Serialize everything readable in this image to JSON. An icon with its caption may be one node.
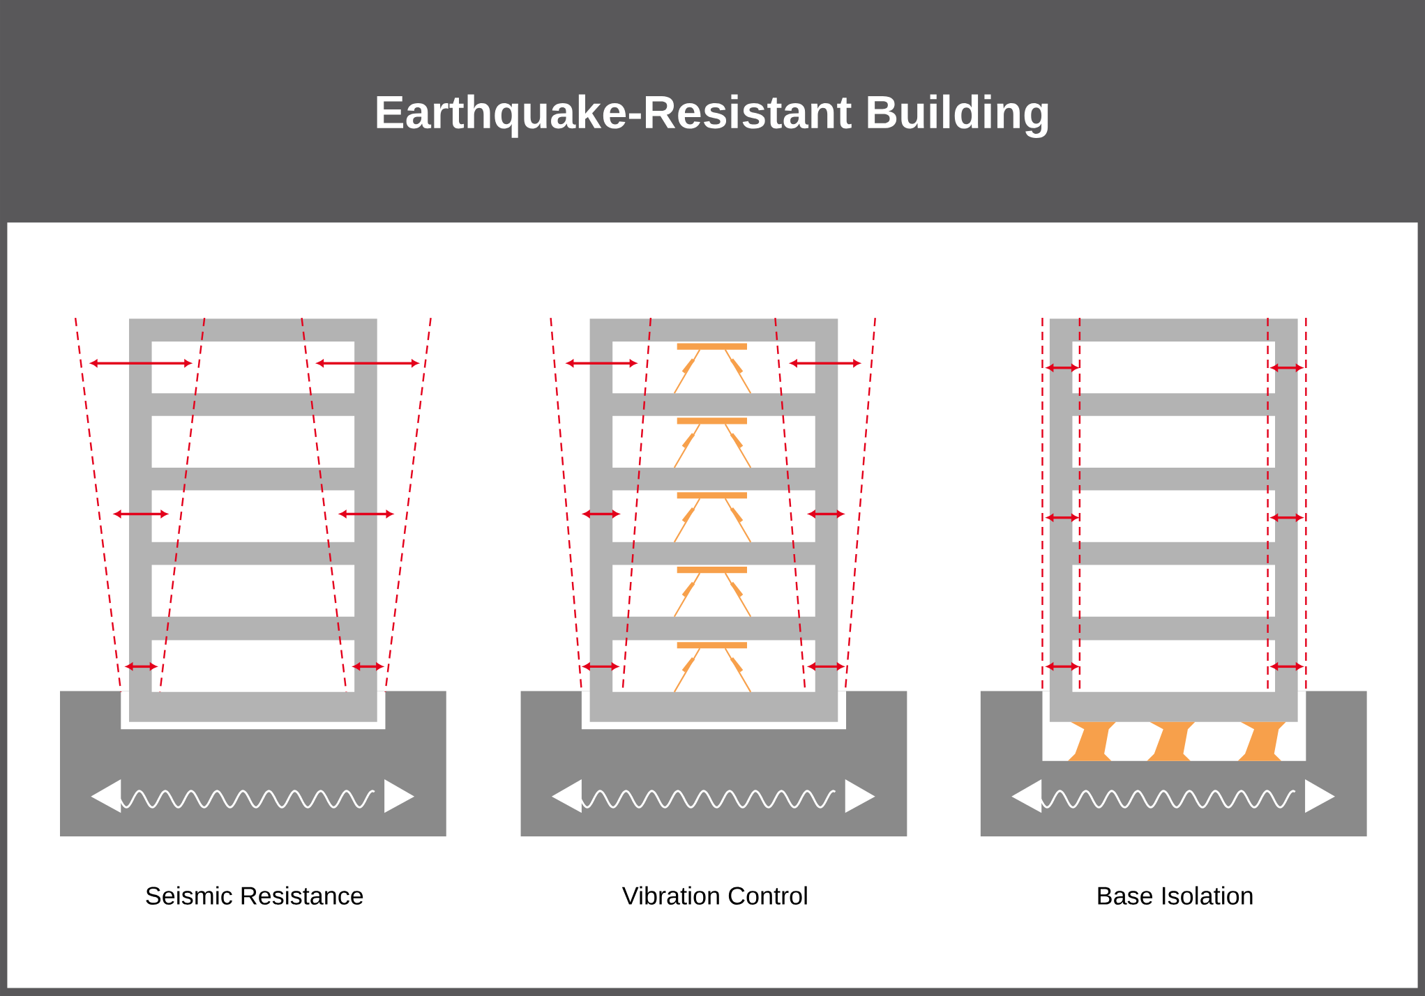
{
  "diagram": {
    "title": "Earthquake-Resistant Building",
    "labels": [
      "Seismic Resistance",
      "Vibration Control",
      "Base Isolation"
    ]
  }
}
